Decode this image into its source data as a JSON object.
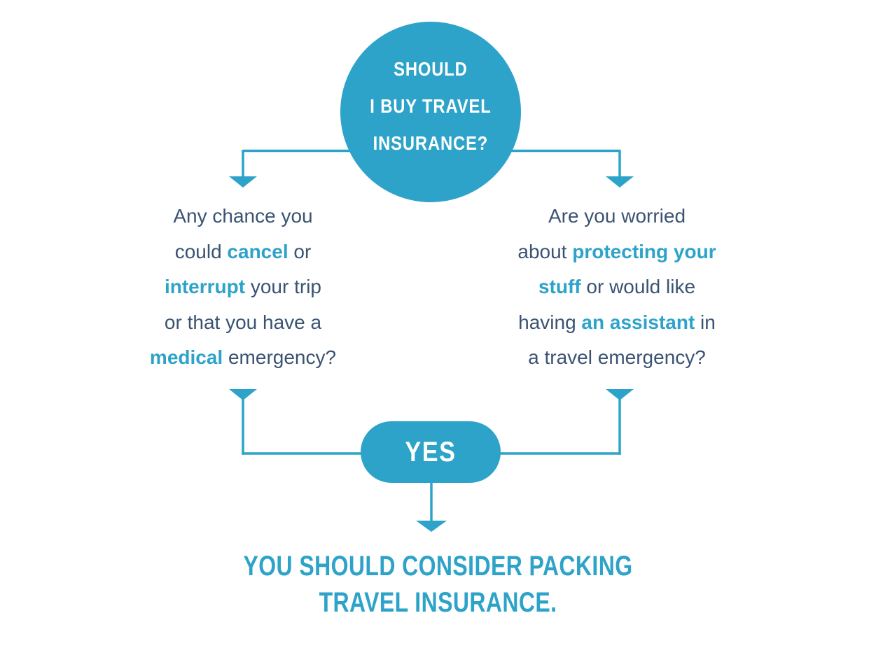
{
  "colors": {
    "teal": "#2EA3C9",
    "navy": "#3A5372",
    "background": "#FFFFFF",
    "node_text": "#FFFFFF"
  },
  "root": {
    "lines": [
      "SHOULD",
      "I BUY TRAVEL",
      "INSURANCE?"
    ]
  },
  "branches": {
    "left": {
      "lines": [
        [
          {
            "t": "Any chance you"
          }
        ],
        [
          {
            "t": "could "
          },
          {
            "t": "cancel",
            "h": true
          },
          {
            "t": " or"
          }
        ],
        [
          {
            "t": "interrupt",
            "h": true
          },
          {
            "t": " your trip"
          }
        ],
        [
          {
            "t": "or that you have a"
          }
        ],
        [
          {
            "t": "medical",
            "h": true
          },
          {
            "t": " emergency?"
          }
        ]
      ]
    },
    "right": {
      "lines": [
        [
          {
            "t": "Are you worried"
          }
        ],
        [
          {
            "t": "about "
          },
          {
            "t": "protecting your",
            "h": true
          }
        ],
        [
          {
            "t": "stuff",
            "h": true
          },
          {
            "t": " or would like"
          }
        ],
        [
          {
            "t": "having "
          },
          {
            "t": "an assistant",
            "h": true
          },
          {
            "t": " in"
          }
        ],
        [
          {
            "t": "a travel emergency?"
          }
        ]
      ]
    }
  },
  "decision": {
    "label": "YES"
  },
  "conclusion": {
    "lines": [
      "YOU SHOULD CONSIDER PACKING",
      "TRAVEL INSURANCE."
    ]
  }
}
